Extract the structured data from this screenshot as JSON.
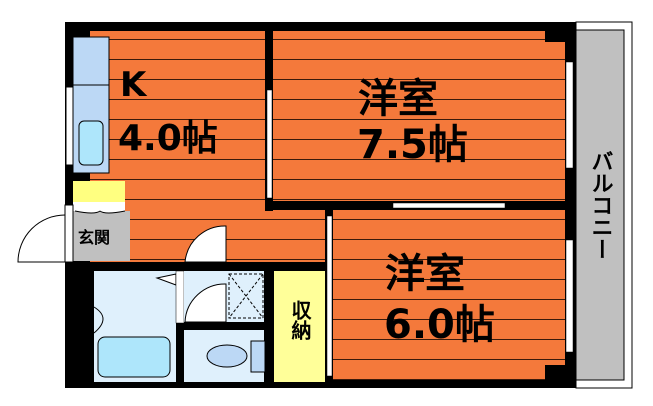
{
  "floor_plan": {
    "colors": {
      "floor": "#f4793b",
      "wall": "#000000",
      "kitchen_counter": "#bcd8f5",
      "sink": "#aee6fb",
      "genkan": "#c0c0c0",
      "shoe_box": "#ffff80",
      "bath": "#dff0fc",
      "bathtub": "#aee6fb",
      "storage": "#ffff99",
      "balcony": "#c0c0c0"
    },
    "rooms": [
      {
        "id": "kitchen",
        "name": "K",
        "size": "4.0帖"
      },
      {
        "id": "western1",
        "name": "洋室",
        "size": "7.5帖"
      },
      {
        "id": "western2",
        "name": "洋室",
        "size": "6.0帖"
      },
      {
        "id": "entrance",
        "name": "玄関"
      },
      {
        "id": "storage",
        "name": "収納"
      },
      {
        "id": "balcony",
        "name": "バルコニー"
      }
    ]
  }
}
